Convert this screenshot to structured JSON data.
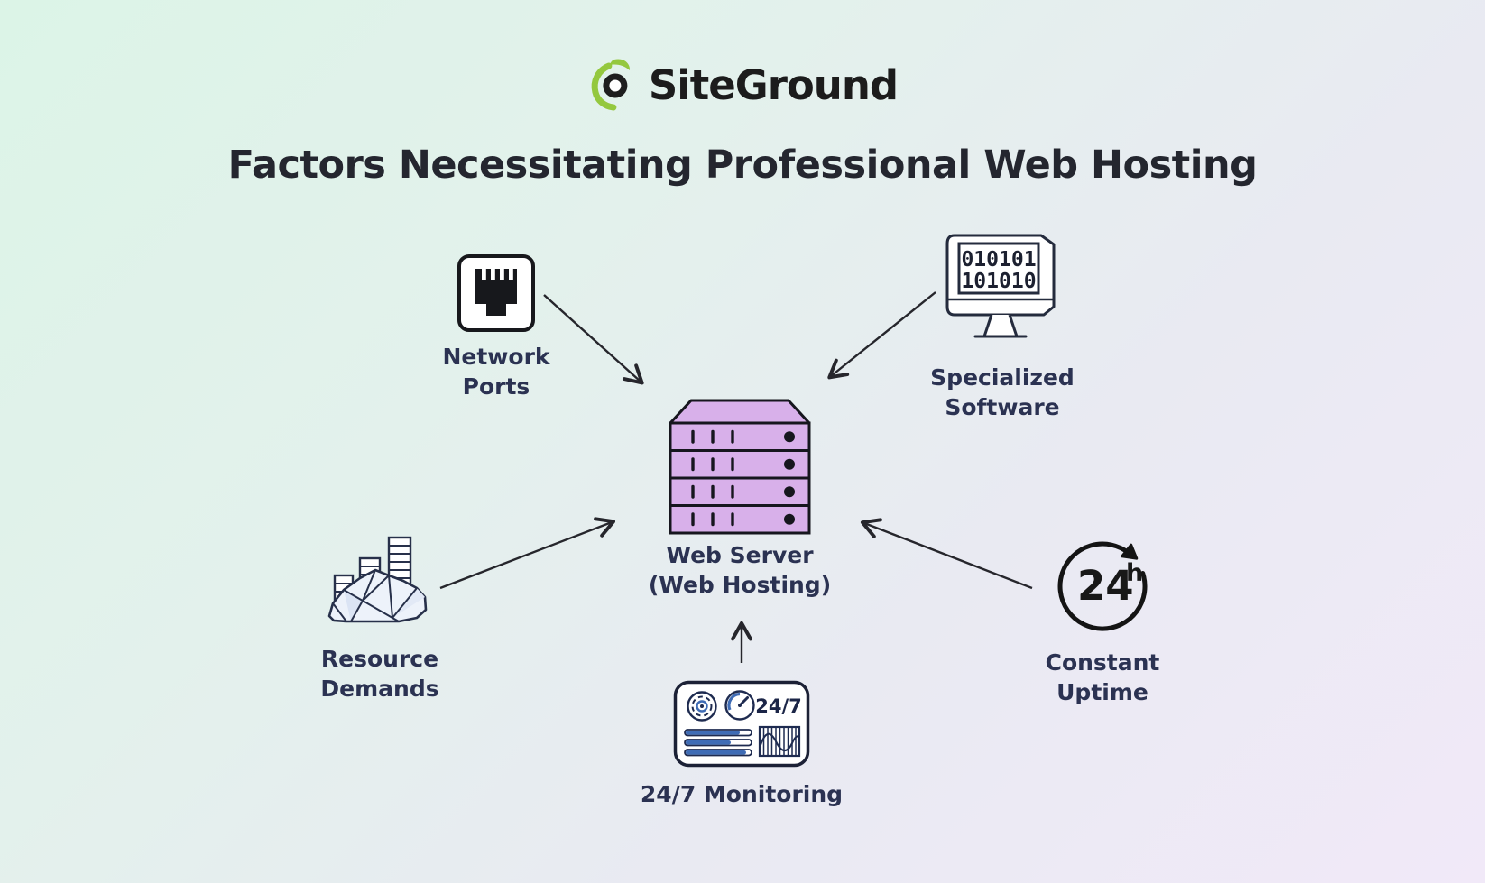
{
  "brand": {
    "name": "SiteGround",
    "logo_icon": "siteground-swirl-icon",
    "accent_green": "#94c83e"
  },
  "title": "Factors Necessitating Professional Web Hosting",
  "server": {
    "icon": "server-rack-icon",
    "label_line1": "Web Server",
    "label_line2": "(Web Hosting)",
    "fill_color": "#d8b0ea"
  },
  "factors": {
    "network_ports": {
      "icon": "ethernet-port-icon",
      "line1": "Network",
      "line2": "Ports"
    },
    "specialized_software": {
      "icon": "binary-monitor-icon",
      "line1": "Specialized",
      "line2": "Software",
      "screen_line1": "010101",
      "screen_line2": "101010"
    },
    "resource_demands": {
      "icon": "cloud-bar-chart-icon",
      "line1": "Resource",
      "line2": "Demands"
    },
    "constant_uptime": {
      "icon": "24h-rotation-icon",
      "line1": "Constant",
      "line2": "Uptime",
      "badge_value": "24",
      "badge_unit": "h"
    },
    "monitoring": {
      "icon": "dashboard-card-icon",
      "label": "24/7 Monitoring",
      "badge": "24/7"
    }
  },
  "connections": [
    {
      "from": "network-ports",
      "to": "web-server"
    },
    {
      "from": "specialized-software",
      "to": "web-server"
    },
    {
      "from": "resource-demands",
      "to": "web-server"
    },
    {
      "from": "constant-uptime",
      "to": "web-server"
    },
    {
      "from": "24-7-monitoring",
      "to": "web-server"
    }
  ],
  "colors": {
    "ink": "#24262f",
    "label_navy": "#2b3252",
    "outline_navy": "#1e2b50",
    "dashboard_blue": "#3f6cb5",
    "server_purple": "#d8b0ea",
    "bg_mint": "#dcf4e7",
    "bg_lavender": "#f1e9f8"
  }
}
